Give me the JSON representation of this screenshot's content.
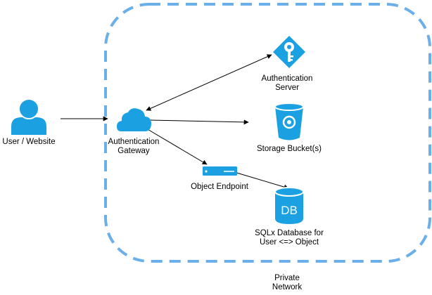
{
  "colors": {
    "icon_blue": "#1ba1e2",
    "dash_blue": "#6aaeea",
    "endpoint_blue": "#1ba1e2",
    "line": "#000000"
  },
  "nodes": {
    "user": {
      "label": "User / Website",
      "icon": "user-icon"
    },
    "gateway": {
      "label_line1": "Authentication",
      "label_line2": "Gateway",
      "icon": "cloud-icon"
    },
    "auth_server": {
      "label_line1": "Authentication",
      "label_line2": "Server",
      "icon": "key-icon"
    },
    "storage": {
      "label": "Storage Bucket(s)",
      "icon": "bucket-icon"
    },
    "endpoint": {
      "label": "Object Endpoint",
      "icon": "server-icon"
    },
    "database": {
      "label_line1": "SQLx Database for",
      "label_line2": "User <=> Object",
      "icon": "database-icon",
      "icon_text": "DB"
    }
  },
  "network": {
    "label_line1": "Private",
    "label_line2": "Network"
  },
  "edges": [
    {
      "from": "user",
      "to": "gateway",
      "direction": "forward"
    },
    {
      "from": "gateway",
      "to": "auth_server",
      "direction": "both"
    },
    {
      "from": "gateway",
      "to": "storage",
      "direction": "forward"
    },
    {
      "from": "gateway",
      "to": "endpoint",
      "direction": "forward"
    },
    {
      "from": "endpoint",
      "to": "database",
      "direction": "forward"
    }
  ]
}
